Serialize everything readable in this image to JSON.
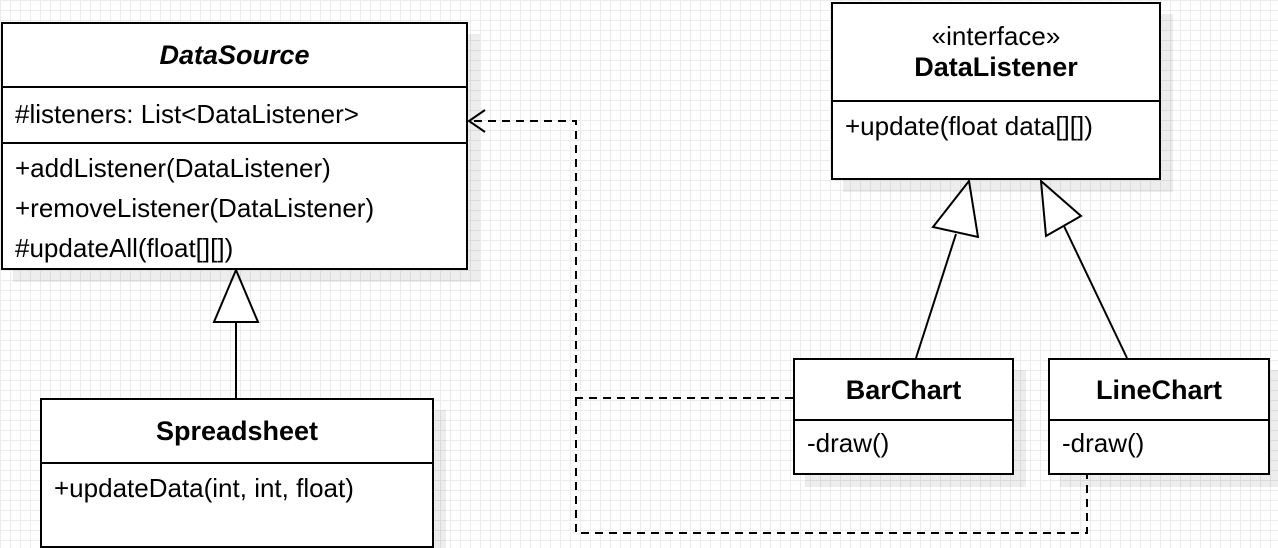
{
  "diagram": {
    "type": "uml-class-diagram",
    "classes": {
      "datasource": {
        "name": "DataSource",
        "attributes": [
          "#listeners: List<DataListener>"
        ],
        "methods": [
          "+addListener(DataListener)",
          "+removeListener(DataListener)",
          "#updateAll(float[][])"
        ]
      },
      "datalistener": {
        "stereotype": "«interface»",
        "name": "DataListener",
        "methods": [
          "+update(float data[][])"
        ]
      },
      "spreadsheet": {
        "name": "Spreadsheet",
        "methods": [
          "+updateData(int, int, float)"
        ]
      },
      "barchart": {
        "name": "BarChart",
        "methods": [
          "-draw()"
        ]
      },
      "linechart": {
        "name": "LineChart",
        "methods": [
          "-draw()"
        ]
      }
    },
    "relations": [
      {
        "kind": "generalization",
        "from": "Spreadsheet",
        "to": "DataSource"
      },
      {
        "kind": "realization",
        "from": "BarChart",
        "to": "DataListener"
      },
      {
        "kind": "realization",
        "from": "LineChart",
        "to": "DataListener"
      },
      {
        "kind": "dependency",
        "from": "BarChart",
        "to": "DataSource"
      },
      {
        "kind": "dependency",
        "from": "LineChart",
        "to": "DataSource"
      }
    ],
    "colors": {
      "line": "#000000",
      "fill": "#ffffff",
      "grid": "#ececec"
    }
  }
}
